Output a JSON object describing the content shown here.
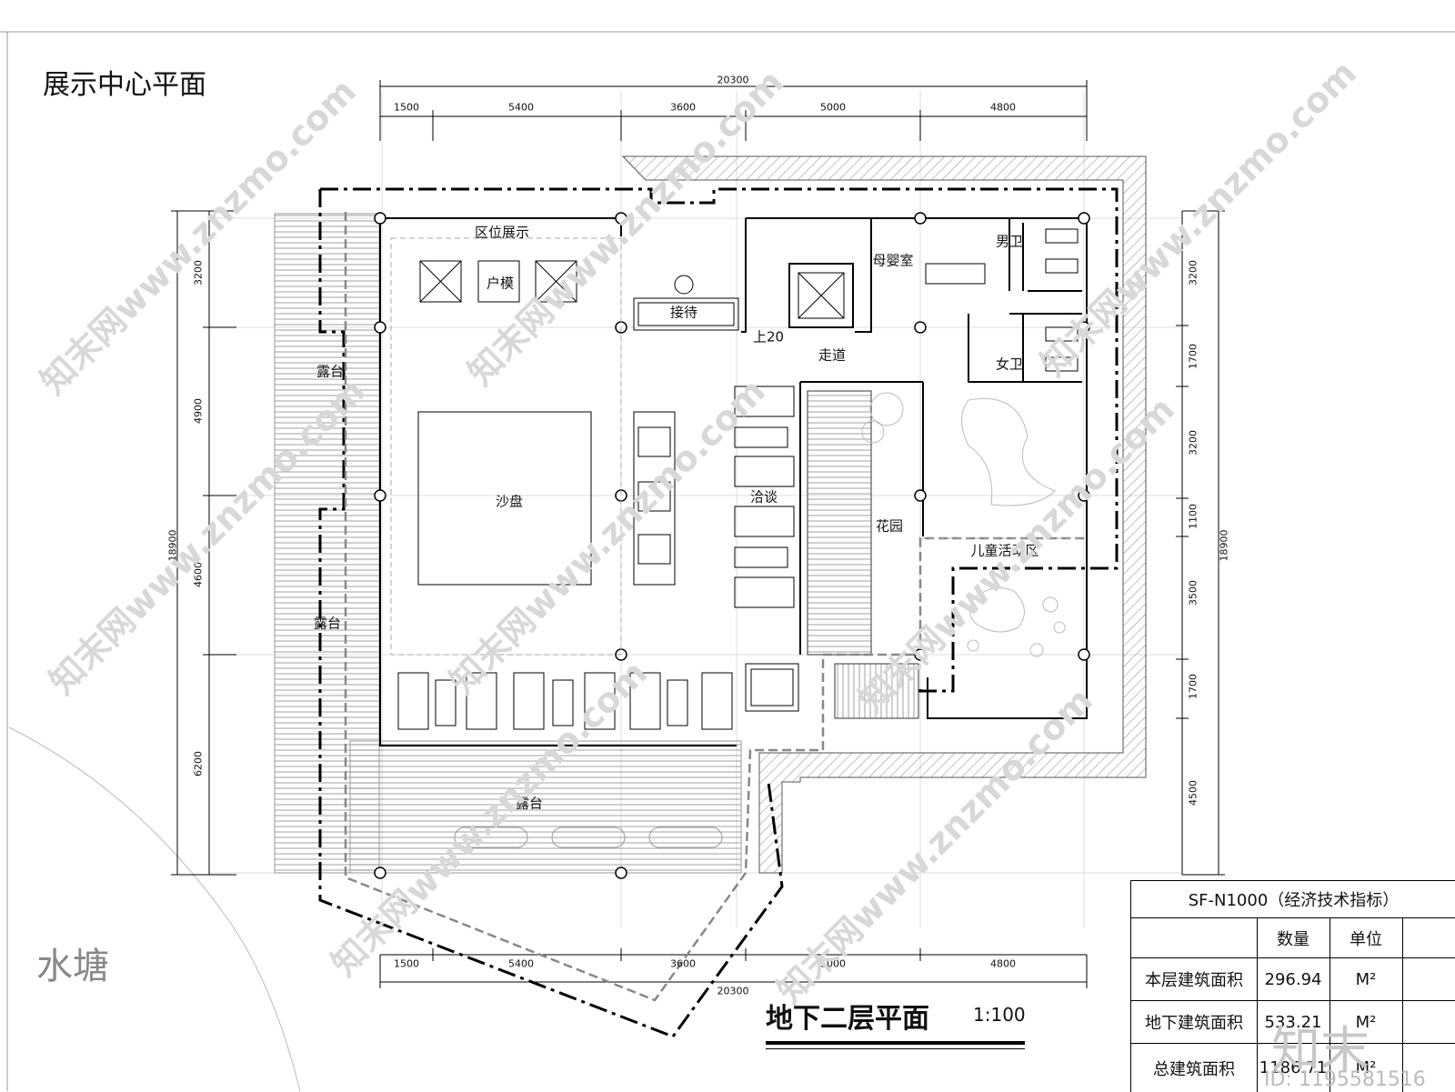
{
  "page_title": "展示中心平面",
  "pond_label": "水塘",
  "drawing": {
    "title": "地下二层平面",
    "scale": "1:100"
  },
  "dimensions": {
    "top_total": "20300",
    "top_segments": [
      "1500",
      "5400",
      "3600",
      "5000",
      "4800"
    ],
    "bottom_total": "20300",
    "bottom_segments": [
      "1500",
      "5400",
      "3600",
      "5000",
      "4800"
    ],
    "left_total": "18900",
    "left_segments": [
      "3200",
      "4900",
      "4600",
      "6200"
    ],
    "right_total": "18900",
    "right_segments": [
      "3200",
      "1700",
      "3200",
      "1100",
      "3500",
      "1700",
      "4500"
    ]
  },
  "rooms": {
    "district_display": "区位展示",
    "model": "户模",
    "reception": "接待",
    "stair_up": "上20",
    "corridor": "走道",
    "mother_baby": "母婴室",
    "men_wc": "男卫",
    "women_wc": "女卫",
    "terrace_top": "露台",
    "terrace_mid": "露台",
    "terrace_bottom": "露台",
    "sand_table": "沙盘",
    "negotiation": "洽谈",
    "garden": "花园",
    "kids_area": "儿童活动区"
  },
  "indicators": {
    "title": "SF-N1000（经济技术指标）",
    "col_quantity": "数量",
    "col_unit": "单位",
    "rows": [
      {
        "label": "本层建筑面积",
        "value": "296.94",
        "unit": "M²"
      },
      {
        "label": "地下建筑面积",
        "value": "533.21",
        "unit": "M²"
      },
      {
        "label": "总建筑面积",
        "value": "1186.71",
        "unit": "M²"
      }
    ]
  },
  "watermark": {
    "text": "知末网www.znzmo.com",
    "logo": "知末",
    "id": "ID: 1195581516"
  }
}
